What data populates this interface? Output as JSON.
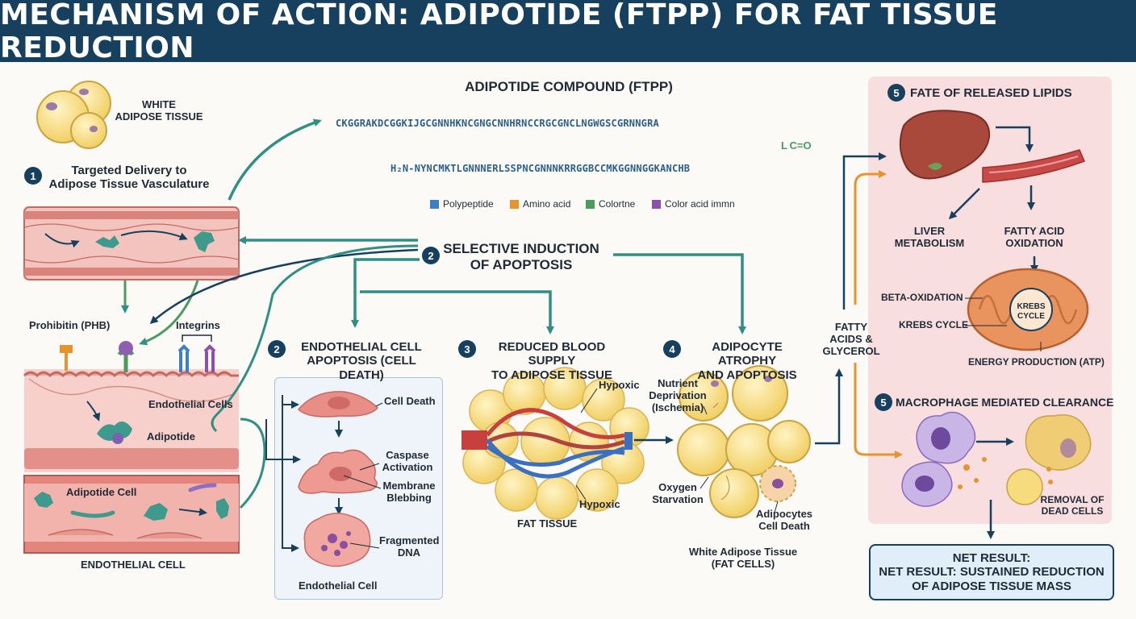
{
  "title": "MECHANISM OF ACTION: ADIPOTIDE (FTPP) FOR FAT TISSUE REDUCTION",
  "compound": {
    "title": "ADIPOTIDE COMPOUND (FTPP)",
    "sequence_line1": "CKGGRAKDCGGKIJGCGNNHKNCGNGCNNHRNCCRGCGNCLNGWGSCGRNNGRA",
    "sequence_line2": "H₂N-NYNCMKTLGNNNERLSSPNCGNNNKRRGGBCCMKGGNNGGKANCHB",
    "side_tail": "L C=O",
    "legend": [
      {
        "label": "Polypeptide",
        "color": "#3b7fc4"
      },
      {
        "label": "Amino acid",
        "color": "#e8942e"
      },
      {
        "label": "Colortne",
        "color": "#4c9a5e"
      },
      {
        "label": "Color acid immn",
        "color": "#8e4fa8"
      }
    ]
  },
  "left": {
    "white_adipose": "WHITE\nADIPOSE TISSUE",
    "step1_badge": "1",
    "step1": "Targeted Delivery to\nAdipose Tissue Vasculature",
    "prohibitin": "Prohibitin (PHB)",
    "integrins": "Integrins",
    "endothelial_cells": "Endothelial Cells",
    "adipotide": "Adipotide",
    "adipotide_cell": "Adipotide Cell",
    "endothelial_cell": "ENDOTHELIAL CELL"
  },
  "center": {
    "step2_badge": "2",
    "step2": "SELECTIVE INDUCTION\nOF APOPTOSIS",
    "sub2_badge": "2",
    "sub2": "ENDOTHELIAL CELL\nAPOPTOSIS (CELL DEATH)",
    "cell_death": "Cell Death",
    "caspase": "Caspase\nActivation",
    "membrane": "Membrane\nBlebbing",
    "fragmented": "Fragmented\nDNA",
    "endothelial_cell": "Endothelial Cell",
    "sub3_badge": "3",
    "sub3": "REDUCED BLOOD SUPPLY\nTO ADIPOSE TISSUE",
    "hypoxic": "Hypoxic",
    "hypoxic2": "Hypoxic",
    "fat_tissue": "FAT TISSUE",
    "sub4_badge": "4",
    "sub4": "ADIPOCYTE ATROPHY\nAND APOPTOSIS",
    "nutrient": "Nutrient\nDeprivation\n(Ischemia)",
    "oxygen": "Oxygen\nStarvation",
    "adipocytes_death": "Adipocytes\nCell Death",
    "white_adipose_cells": "White Adipose Tissue\n(FAT CELLS)"
  },
  "right": {
    "fatty_acids": "FATTY\nACIDS &\nGLYCEROL",
    "step5a_badge": "5",
    "step5a": "FATE OF RELEASED LIPIDS",
    "liver": "LIVER\nMETABOLISM",
    "oxidation": "FATTY ACID\nOXIDATION",
    "beta": "BETA-OXIDATION",
    "krebs": "KREBS CYCLE",
    "krebs_inner": "KREBS\nCYCLE",
    "atp": "ENERGY PRODUCTION (ATP)",
    "step5b_badge": "5",
    "step5b": "MACROPHAGE MEDIATED CLEARANCE",
    "removal": "REMOVAL OF\nDEAD CELLS",
    "net_title": "NET RESULT:",
    "net_body": "NET RESULT: SUSTAINED REDUCTION\nOF ADIPOSE TISSUE MASS"
  },
  "colors": {
    "navy": "#17405f",
    "teal": "#2f8f82",
    "orange": "#e8942e",
    "vessel": "#e9a9a3",
    "fat": "#f6de84"
  }
}
